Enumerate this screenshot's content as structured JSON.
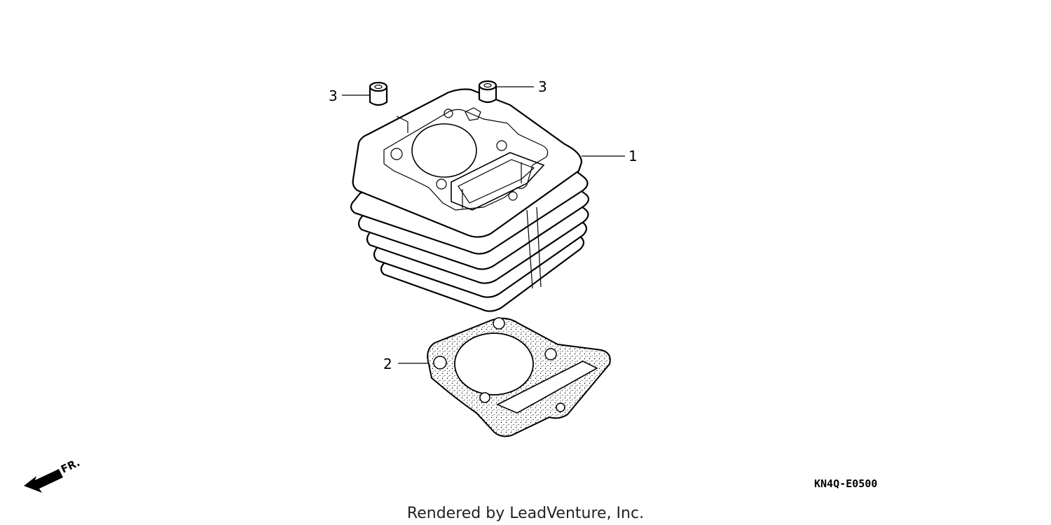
{
  "diagram": {
    "callouts": [
      {
        "id": "cylinder",
        "label": "1"
      },
      {
        "id": "gasket",
        "label": "2"
      },
      {
        "id": "dowel-left",
        "label": "3"
      },
      {
        "id": "dowel-right",
        "label": "3"
      }
    ],
    "direction_indicator": {
      "label": "FR.",
      "icon": "front-arrow-icon"
    },
    "reference_code": "KN4Q-E0500",
    "credit": "Rendered by LeadVenture, Inc."
  }
}
